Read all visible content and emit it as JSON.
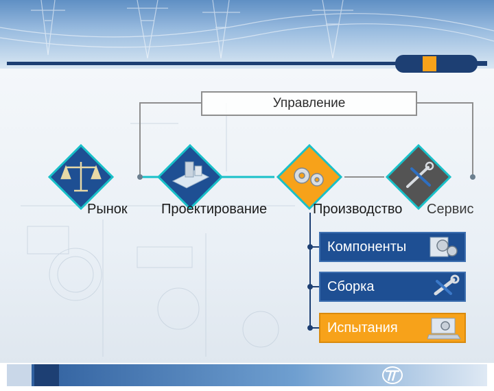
{
  "management": {
    "label": "Управление"
  },
  "stages": [
    {
      "label": "Рынок",
      "icon": "scales-icon"
    },
    {
      "label": "Проектирование",
      "icon": "blueprint-icon"
    },
    {
      "label": "Производство",
      "icon": "gears-icon"
    },
    {
      "label": "Сервис",
      "icon": "wrench-screwdriver-icon"
    }
  ],
  "production_steps": [
    {
      "label": "Компоненты",
      "icon": "gears-box-icon"
    },
    {
      "label": "Сборка",
      "icon": "tools-icon"
    },
    {
      "label": "Испытания",
      "icon": "laptop-test-icon"
    }
  ],
  "colors": {
    "navy": "#1d3f73",
    "blue": "#1e4f93",
    "teal": "#19c0c8",
    "orange": "#f7a21a",
    "dark": "#545454"
  }
}
